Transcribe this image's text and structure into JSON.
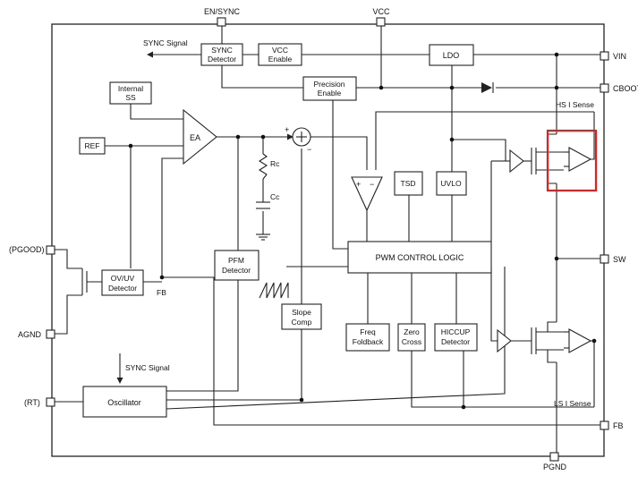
{
  "pins": {
    "en_sync": "EN/SYNC",
    "vcc": "VCC",
    "vin": "VIN",
    "cboot": "CBOOT",
    "sw": "SW",
    "fb_right": "FB",
    "pgnd": "PGND",
    "pgood": "(PGOOD)",
    "agnd": "AGND",
    "rt": "(RT)"
  },
  "blocks": {
    "sync_detector": [
      "SYNC",
      "Detector"
    ],
    "vcc_enable": [
      "VCC",
      "Enable"
    ],
    "ldo": "LDO",
    "precision_enable": [
      "Precision",
      "Enable"
    ],
    "internal_ss": [
      "Internal",
      "SS"
    ],
    "ref": "REF",
    "ea": "EA",
    "tsd": "TSD",
    "uvlo": "UVLO",
    "pwm_control_logic": "PWM CONTROL LOGIC",
    "pfm_detector": [
      "PFM",
      "Detector"
    ],
    "ov_uv_detector": [
      "OV/UV",
      "Detector"
    ],
    "slope_comp": [
      "Slope",
      "Comp"
    ],
    "freq_foldback": [
      "Freq",
      "Foldback"
    ],
    "zero_cross": [
      "Zero",
      "Cross"
    ],
    "hiccup_detector": [
      "HICCUP",
      "Detector"
    ],
    "oscillator": "Oscillator"
  },
  "labels": {
    "sync_signal_top": "SYNC Signal",
    "sync_signal_bottom": "SYNC Signal",
    "hs_i_sense": "HS I Sense",
    "ls_i_sense": "LS I Sense",
    "rc": "Rc",
    "cc": "Cc",
    "fb_internal": "FB",
    "sum_plus": "+",
    "sum_minus": "−",
    "comp_plus": "+",
    "comp_minus": "−"
  },
  "highlight_color": "#e02020"
}
